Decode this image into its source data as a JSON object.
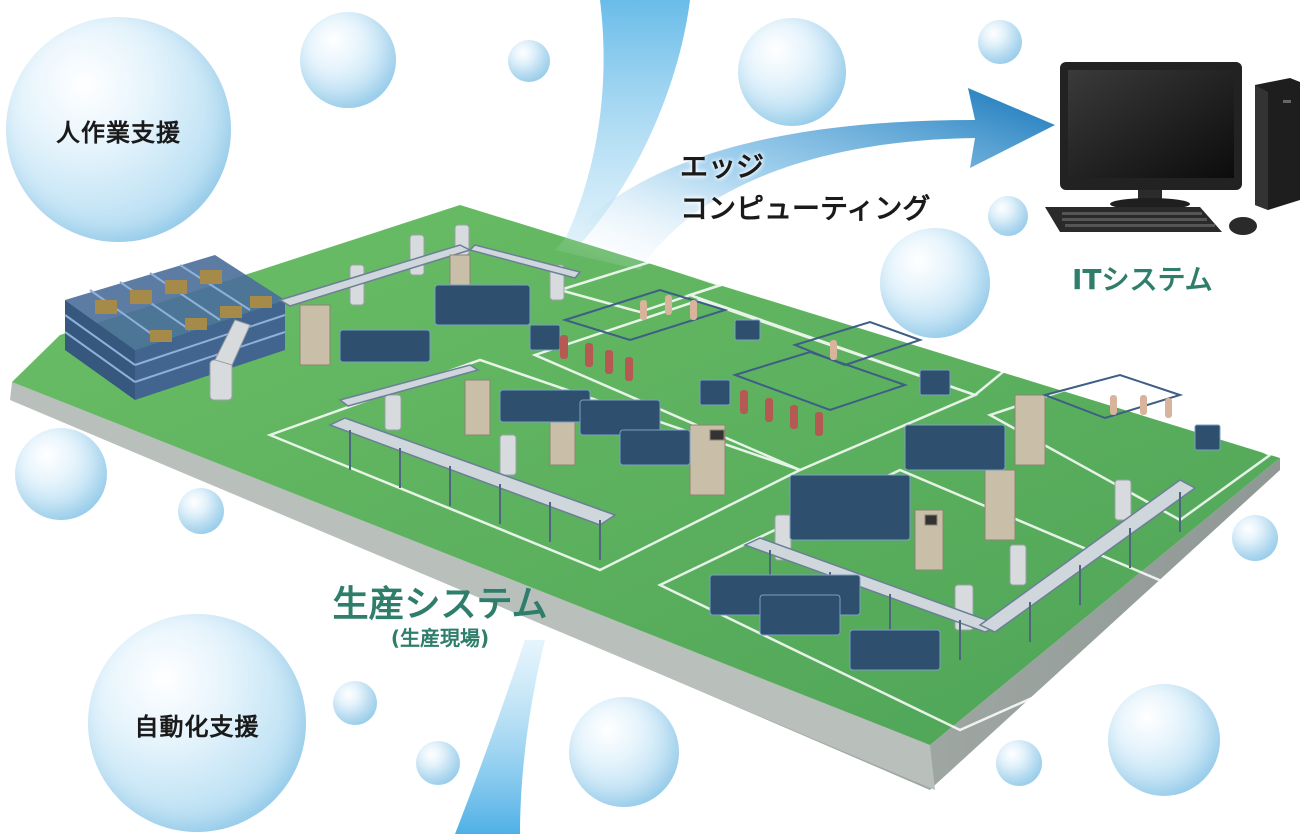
{
  "labels": {
    "human_support": "人作業支援",
    "automation_support": "自動化支援",
    "production_system": "生産システム",
    "production_site": "(生産現場)",
    "edge_line1": "エッジ",
    "edge_line2": "コンピューティング",
    "it_system": "ITシステム"
  },
  "colors": {
    "floor": "#5fb562",
    "floor_side": "#a9b1ad",
    "label_green": "#2e7e6b",
    "arrow_blue": "#1e82c4",
    "stream_blue": "#7fc8ef"
  }
}
